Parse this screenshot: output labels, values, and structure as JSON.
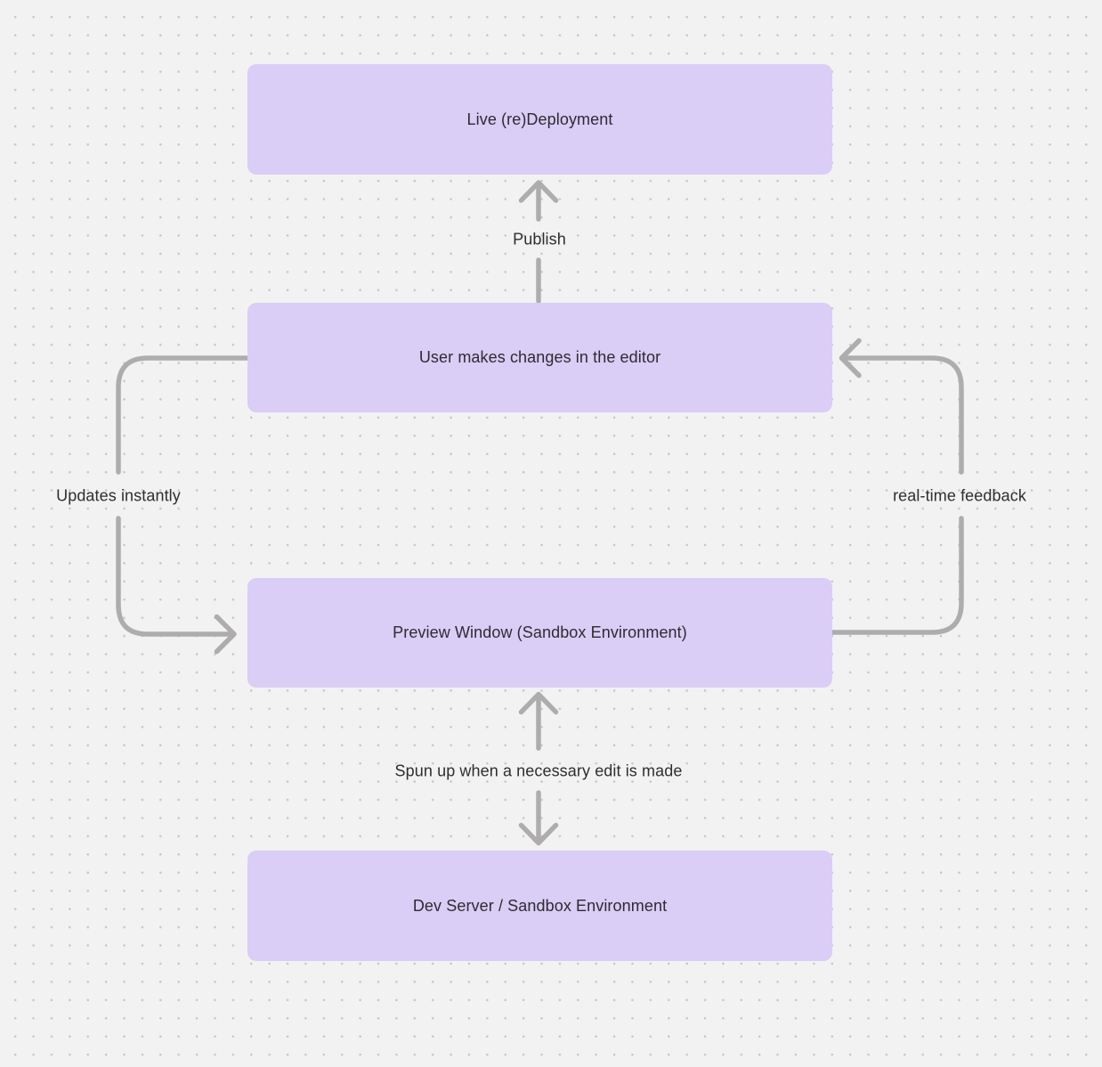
{
  "diagram": {
    "type": "flowchart",
    "nodes": [
      {
        "id": "live",
        "label": "Live (re)Deployment"
      },
      {
        "id": "editor",
        "label": "User makes changes in the editor"
      },
      {
        "id": "preview",
        "label": "Preview Window (Sandbox Environment)"
      },
      {
        "id": "dev",
        "label": "Dev Server / Sandbox Environment"
      }
    ],
    "edges": [
      {
        "id": "publish",
        "from": "editor",
        "to": "live",
        "label": "Publish",
        "direction": "up"
      },
      {
        "id": "updates-instantly",
        "from": "editor",
        "to": "preview",
        "label": "Updates instantly",
        "direction": "left-loop-down"
      },
      {
        "id": "realtime-feedback",
        "from": "preview",
        "to": "editor",
        "label": "real-time feedback",
        "direction": "right-loop-up"
      },
      {
        "id": "spun-up",
        "from": "preview",
        "to": "dev",
        "label": "Spun up when a necessary edit is made",
        "direction": "both"
      }
    ]
  },
  "colors": {
    "background": "#f2f2f2",
    "grid_dot": "#c8c8c8",
    "node_fill": "#dacdf6",
    "node_text": "#2c2c31",
    "edge_label_text": "#2e2e32",
    "arrow": "#aeacac"
  }
}
